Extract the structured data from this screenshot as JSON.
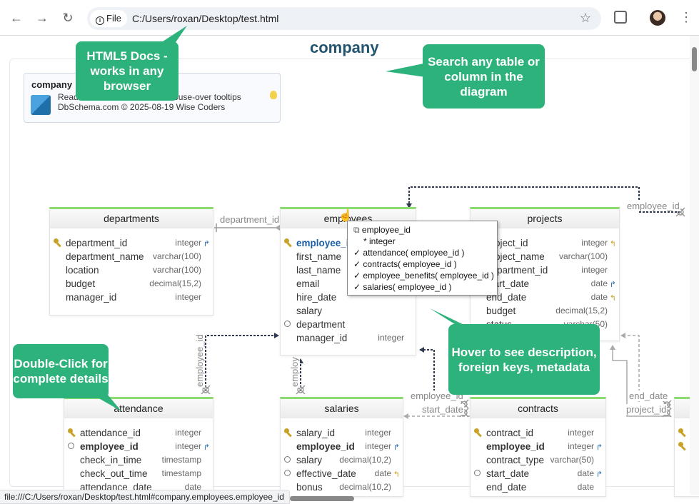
{
  "browser": {
    "file_chip": "File",
    "url": "C:/Users/roxan/Desktop/test.html",
    "status_url": "file:///C:/Users/roxan/Desktop/test.html#company.employees.employee_id"
  },
  "page": {
    "title": "company",
    "search_value": "employee_id"
  },
  "info_card": {
    "title": "company",
    "line1": "Read schema comments as mouse-over tooltips",
    "line2": "DbSchema.com © 2025-08-19 Wise Coders"
  },
  "callouts": {
    "docs": "HTML5 Docs - works in any browser",
    "search": "Search any table or column in the diagram",
    "hover": "Hover to see description, foreign keys, metadata",
    "dblclick": "Double-Click for complete details"
  },
  "tables": {
    "departments": {
      "name": "departments",
      "columns": [
        {
          "name": "department_id",
          "type": "integer"
        },
        {
          "name": "department_name",
          "type": "varchar(100)"
        },
        {
          "name": "location",
          "type": "varchar(100)"
        },
        {
          "name": "budget",
          "type": "decimal(15,2)"
        },
        {
          "name": "manager_id",
          "type": "integer"
        }
      ]
    },
    "employees": {
      "name": "employees",
      "columns": [
        {
          "name": "employee_id",
          "type": "integer"
        },
        {
          "name": "first_name",
          "type": ""
        },
        {
          "name": "last_name",
          "type": ""
        },
        {
          "name": "email",
          "type": ""
        },
        {
          "name": "hire_date",
          "type": ""
        },
        {
          "name": "salary",
          "type": ""
        },
        {
          "name": "department",
          "type": ""
        },
        {
          "name": "manager_id",
          "type": "integer"
        }
      ]
    },
    "projects": {
      "name": "projects",
      "columns": [
        {
          "name": "project_id",
          "type": "integer"
        },
        {
          "name": "project_name",
          "type": "varchar(100)"
        },
        {
          "name": "department_id",
          "type": "integer"
        },
        {
          "name": "start_date",
          "type": "date"
        },
        {
          "name": "end_date",
          "type": "date"
        },
        {
          "name": "budget",
          "type": "decimal(15,2)"
        },
        {
          "name": "status",
          "type": "varchar(50)"
        }
      ]
    },
    "attendance": {
      "name": "attendance",
      "columns": [
        {
          "name": "attendance_id",
          "type": "integer"
        },
        {
          "name": "employee_id",
          "type": "integer"
        },
        {
          "name": "check_in_time",
          "type": "timestamp"
        },
        {
          "name": "check_out_time",
          "type": "timestamp"
        },
        {
          "name": "attendance_date",
          "type": "date"
        }
      ]
    },
    "salaries": {
      "name": "salaries",
      "columns": [
        {
          "name": "salary_id",
          "type": "integer"
        },
        {
          "name": "employee_id",
          "type": "integer"
        },
        {
          "name": "salary",
          "type": "decimal(10,2)"
        },
        {
          "name": "effective_date",
          "type": "date"
        },
        {
          "name": "bonus",
          "type": "decimal(10,2)"
        }
      ]
    },
    "contracts": {
      "name": "contracts",
      "columns": [
        {
          "name": "contract_id",
          "type": "integer"
        },
        {
          "name": "employee_id",
          "type": "integer"
        },
        {
          "name": "contract_type",
          "type": "varchar(50)"
        },
        {
          "name": "start_date",
          "type": "date"
        },
        {
          "name": "end_date",
          "type": "date"
        }
      ]
    }
  },
  "relation_labels": {
    "department_id": "department_id",
    "employee_id_top": "employee_id",
    "employee_id_attendance": "employee_id",
    "employee_id_salaries": "employ",
    "employee_id_contracts": "employee_id",
    "start_date": "start_date",
    "end_date": "end_date",
    "project_id": "project_id"
  },
  "tooltip": {
    "column": "employee_id",
    "type": "* integer",
    "refs": [
      "✓ attendance( employee_id )",
      "✓ contracts( employee_id )",
      "✓ employee_benefits( employee_id )",
      "✓ salaries( employee_id )"
    ]
  },
  "colors": {
    "callout": "#2eb27c",
    "title": "#23546e",
    "table_accent": "#8bdc6f"
  }
}
